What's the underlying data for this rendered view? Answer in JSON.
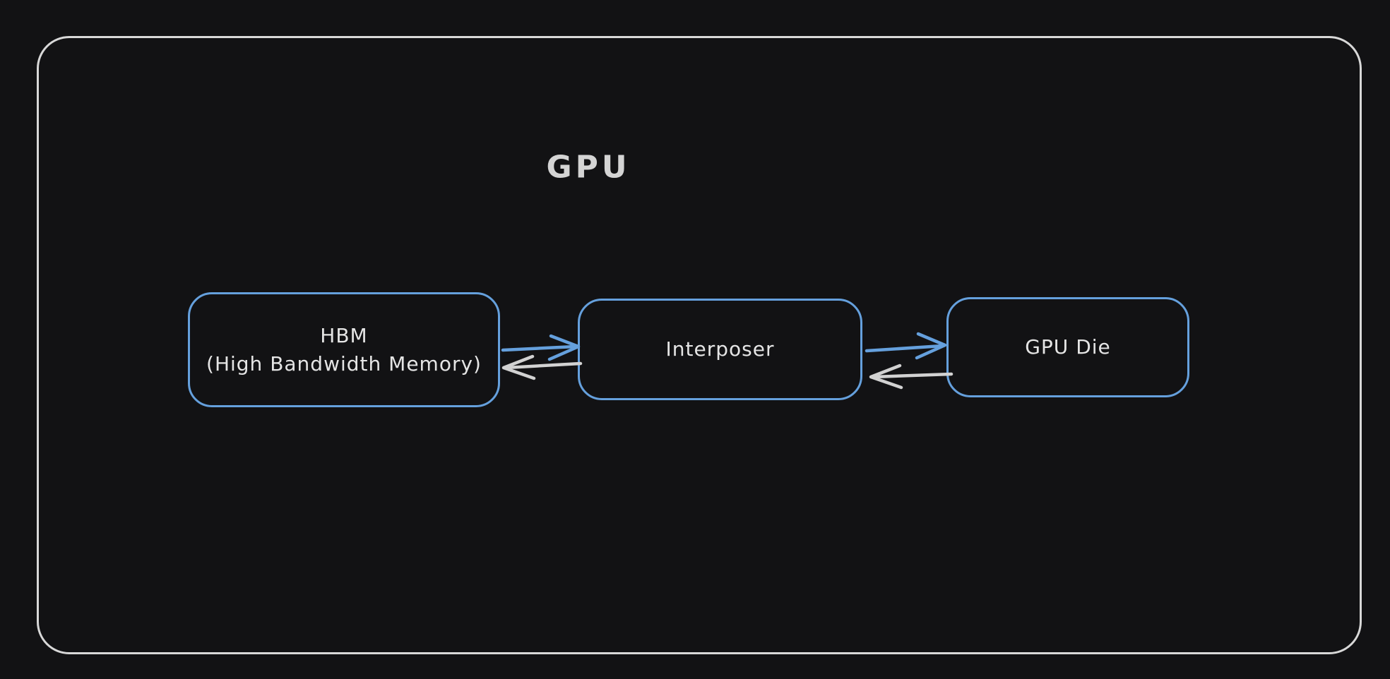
{
  "diagram": {
    "title": "GPU",
    "nodes": [
      {
        "id": "hbm",
        "line1": "HBM",
        "line2": "(High Bandwidth Memory)"
      },
      {
        "id": "interposer",
        "label": "Interposer"
      },
      {
        "id": "gpu-die",
        "label": "GPU Die"
      }
    ],
    "edges": [
      {
        "from": "HBM",
        "to": "Interposer",
        "color": "#65a0dd",
        "direction": "right"
      },
      {
        "from": "Interposer",
        "to": "HBM",
        "color": "#d2d2d2",
        "direction": "left"
      },
      {
        "from": "Interposer",
        "to": "GPU Die",
        "color": "#65a0dd",
        "direction": "right"
      },
      {
        "from": "GPU Die",
        "to": "Interposer",
        "color": "#d2d2d2",
        "direction": "left"
      }
    ]
  },
  "colors": {
    "background": "#121214",
    "frame_border": "#d8d8d8",
    "node_border": "#65a0dd",
    "arrow_blue": "#65a0dd",
    "arrow_gray": "#d2d2d2",
    "title_text": "#d4d4d4",
    "node_text": "#e5e5e5"
  }
}
